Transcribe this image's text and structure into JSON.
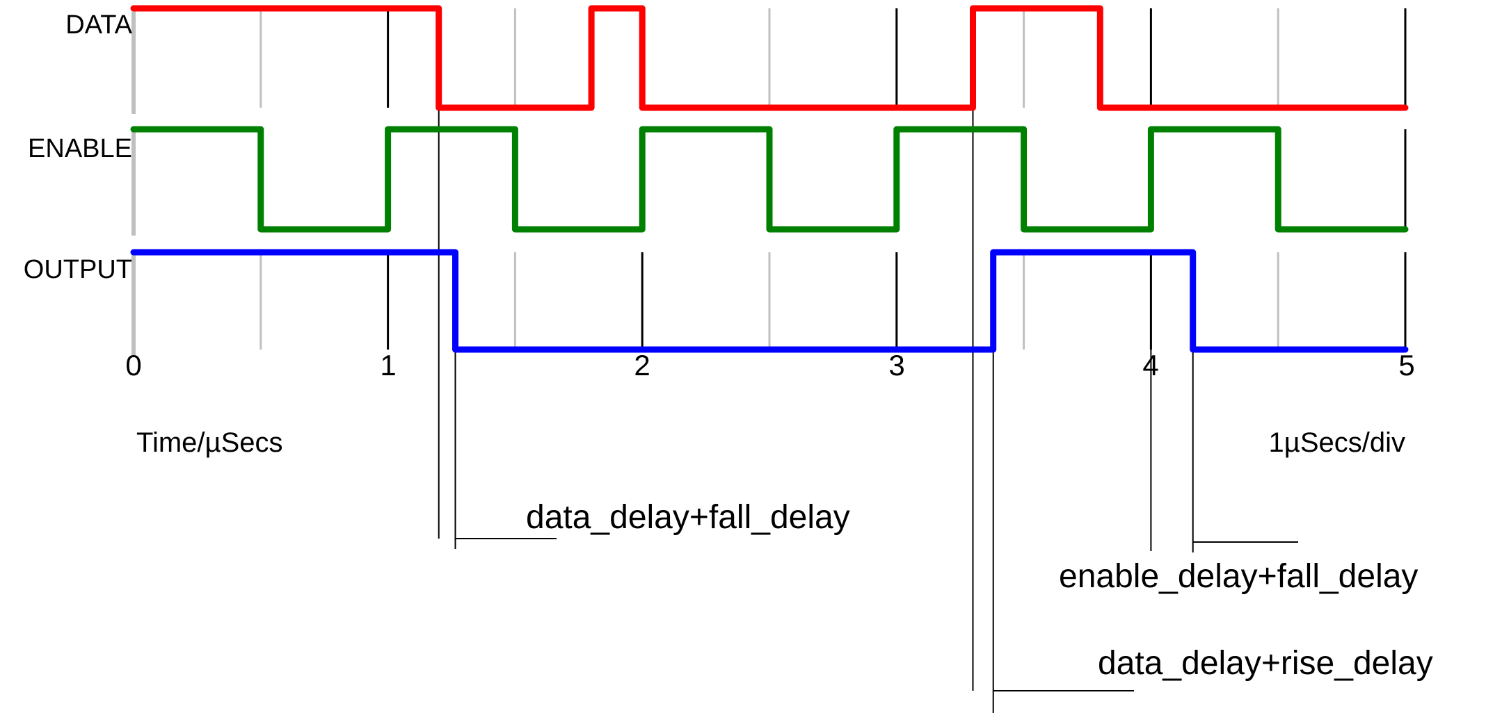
{
  "figure": {
    "background": "#ffffff",
    "kind": "digital-timing-waveform-plot"
  },
  "chart_data": {
    "type": "line",
    "subtype": "digital-timing",
    "title": "",
    "x_axis": {
      "label": "Time/µSecs",
      "scale_label": "1µSecs/div",
      "range": [
        0,
        5
      ],
      "major_ticks": [
        1,
        2,
        3,
        4,
        5
      ],
      "minor_ticks": [
        0.5,
        1.5,
        2.5,
        3.5,
        4.5
      ],
      "origin_tick": 0,
      "major_tick_labels": [
        "0",
        "1",
        "2",
        "3",
        "4",
        "5"
      ],
      "grid": true
    },
    "y_axis": {
      "label": "",
      "levels": [
        "low",
        "high"
      ]
    },
    "signals": [
      {
        "name": "DATA",
        "color": "#ff0000",
        "initial_level": 1,
        "edges": [
          {
            "t": 1.2,
            "level": 0
          },
          {
            "t": 1.8,
            "level": 1
          },
          {
            "t": 2.0,
            "level": 0
          },
          {
            "t": 3.3,
            "level": 1
          },
          {
            "t": 3.8,
            "level": 0
          }
        ]
      },
      {
        "name": "ENABLE",
        "color": "#008000",
        "initial_level": 1,
        "edges": [
          {
            "t": 0.5,
            "level": 0
          },
          {
            "t": 1.0,
            "level": 1
          },
          {
            "t": 1.5,
            "level": 0
          },
          {
            "t": 2.0,
            "level": 1
          },
          {
            "t": 2.5,
            "level": 0
          },
          {
            "t": 3.0,
            "level": 1
          },
          {
            "t": 3.5,
            "level": 0
          },
          {
            "t": 4.0,
            "level": 1
          },
          {
            "t": 4.5,
            "level": 0
          }
        ]
      },
      {
        "name": "OUTPUT",
        "color": "#0000ff",
        "initial_level": 1,
        "edges": [
          {
            "t": 1.265,
            "level": 0
          },
          {
            "t": 3.38,
            "level": 1
          },
          {
            "t": 4.165,
            "level": 0
          }
        ]
      }
    ],
    "annotations": [
      {
        "label": "data_delay+fall_delay",
        "t_from": 1.2,
        "t_to": 1.265
      },
      {
        "label": "enable_delay+fall_delay",
        "t_from": 4.0,
        "t_to": 4.165
      },
      {
        "label": "data_delay+rise_delay",
        "t_from": 3.3,
        "t_to": 3.38
      }
    ],
    "grid_colors": {
      "minor": "#c0c0c0",
      "major": "#000000",
      "origin_axis": "#c0c0c0",
      "annotation_line": "#000000"
    }
  }
}
